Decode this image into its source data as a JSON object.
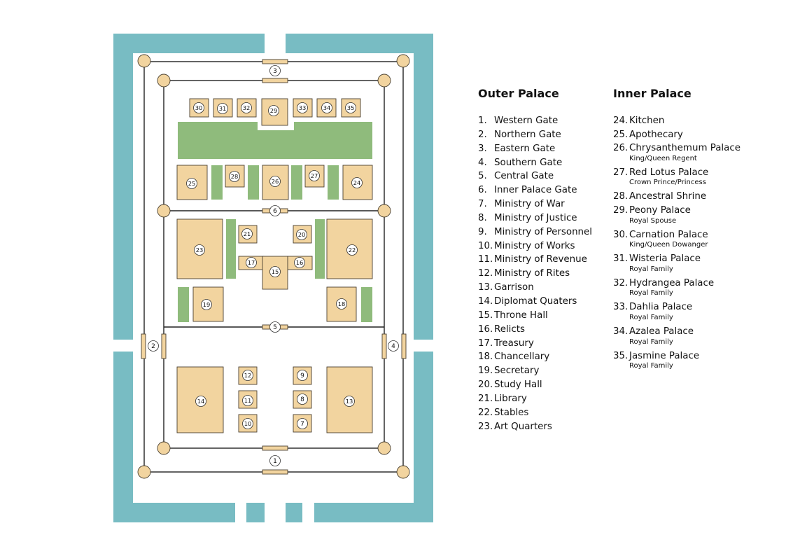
{
  "colors": {
    "moat": "#78bcc3",
    "building_fill": "#f2d49f",
    "building_stroke": "#4a4030",
    "garden": "#8fbb7c",
    "wall_line": "#222222"
  },
  "map": {
    "buildings": [
      {
        "id": "1",
        "num": "1"
      },
      {
        "id": "2",
        "num": "2"
      },
      {
        "id": "3",
        "num": "3"
      },
      {
        "id": "4",
        "num": "4"
      },
      {
        "id": "5",
        "num": "5"
      },
      {
        "id": "6",
        "num": "6"
      },
      {
        "id": "7",
        "num": "7"
      },
      {
        "id": "8",
        "num": "8"
      },
      {
        "id": "9",
        "num": "9"
      },
      {
        "id": "10",
        "num": "10"
      },
      {
        "id": "11",
        "num": "11"
      },
      {
        "id": "12",
        "num": "12"
      },
      {
        "id": "13",
        "num": "13"
      },
      {
        "id": "14",
        "num": "14"
      },
      {
        "id": "15",
        "num": "15"
      },
      {
        "id": "16",
        "num": "16"
      },
      {
        "id": "17",
        "num": "17"
      },
      {
        "id": "18",
        "num": "18"
      },
      {
        "id": "19",
        "num": "19"
      },
      {
        "id": "20",
        "num": "20"
      },
      {
        "id": "21",
        "num": "21"
      },
      {
        "id": "22",
        "num": "22"
      },
      {
        "id": "23",
        "num": "23"
      },
      {
        "id": "24",
        "num": "24"
      },
      {
        "id": "25",
        "num": "25"
      },
      {
        "id": "26",
        "num": "26"
      },
      {
        "id": "27",
        "num": "27"
      },
      {
        "id": "28",
        "num": "28"
      },
      {
        "id": "29",
        "num": "29"
      },
      {
        "id": "30",
        "num": "30"
      },
      {
        "id": "31",
        "num": "31"
      },
      {
        "id": "32",
        "num": "32"
      },
      {
        "id": "33",
        "num": "33"
      },
      {
        "id": "34",
        "num": "34"
      },
      {
        "id": "35",
        "num": "35"
      }
    ]
  },
  "legend": {
    "outer": {
      "title": "Outer Palace",
      "items": [
        {
          "num": "1.",
          "name": "Western Gate"
        },
        {
          "num": "2.",
          "name": "Northern Gate"
        },
        {
          "num": "3.",
          "name": "Eastern Gate"
        },
        {
          "num": "4.",
          "name": "Southern Gate"
        },
        {
          "num": "5.",
          "name": "Central Gate"
        },
        {
          "num": "6.",
          "name": "Inner Palace Gate"
        },
        {
          "num": "7.",
          "name": "Ministry of War"
        },
        {
          "num": "8.",
          "name": "Ministry of Justice"
        },
        {
          "num": "9.",
          "name": "Ministry of Personnel"
        },
        {
          "num": "10.",
          "name": "Ministry of Works"
        },
        {
          "num": "11.",
          "name": "Ministry of Revenue"
        },
        {
          "num": "12.",
          "name": "Ministry of Rites"
        },
        {
          "num": "13.",
          "name": "Garrison"
        },
        {
          "num": "14.",
          "name": "Diplomat Quaters"
        },
        {
          "num": "15.",
          "name": "Throne Hall"
        },
        {
          "num": "16.",
          "name": "Relicts"
        },
        {
          "num": "17.",
          "name": "Treasury"
        },
        {
          "num": "18.",
          "name": "Chancellary"
        },
        {
          "num": "19.",
          "name": "Secretary"
        },
        {
          "num": "20.",
          "name": "Study Hall"
        },
        {
          "num": "21.",
          "name": "Library"
        },
        {
          "num": "22.",
          "name": "Stables"
        },
        {
          "num": "23.",
          "name": "Art Quarters"
        }
      ]
    },
    "inner": {
      "title": "Inner Palace",
      "items": [
        {
          "num": "24.",
          "name": "Kitchen",
          "sub": ""
        },
        {
          "num": "25.",
          "name": "Apothecary",
          "sub": ""
        },
        {
          "num": "26.",
          "name": "Chrysanthemum Palace",
          "sub": "King/Queen Regent"
        },
        {
          "num": "27.",
          "name": "Red Lotus Palace",
          "sub": "Crown Prince/Princess"
        },
        {
          "num": "28.",
          "name": "Ancestral Shrine",
          "sub": ""
        },
        {
          "num": "29.",
          "name": "Peony Palace",
          "sub": "Royal Spouse"
        },
        {
          "num": "30.",
          "name": "Carnation Palace",
          "sub": "King/Queen Dowanger"
        },
        {
          "num": "31.",
          "name": "Wisteria Palace",
          "sub": "Royal Family"
        },
        {
          "num": "32.",
          "name": "Hydrangea Palace",
          "sub": "Royal Family"
        },
        {
          "num": "33.",
          "name": "Dahlia Palace",
          "sub": "Royal Family"
        },
        {
          "num": "34.",
          "name": "Azalea Palace",
          "sub": "Royal Family"
        },
        {
          "num": "35.",
          "name": "Jasmine Palace",
          "sub": "Royal Family"
        }
      ]
    }
  }
}
